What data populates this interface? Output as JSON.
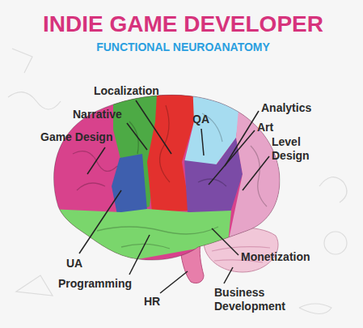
{
  "diagram": {
    "title": "INDIE GAME DEVELOPER",
    "labels": [
      "FUNCTIONAL NEUROANATOMY",
      "Localization",
      "Narrative",
      "Game Design",
      "QA",
      "Analytics",
      "Art",
      "Level Design",
      "UA",
      "Programming",
      "Monetization",
      "HR",
      "Business Development"
    ]
  }
}
